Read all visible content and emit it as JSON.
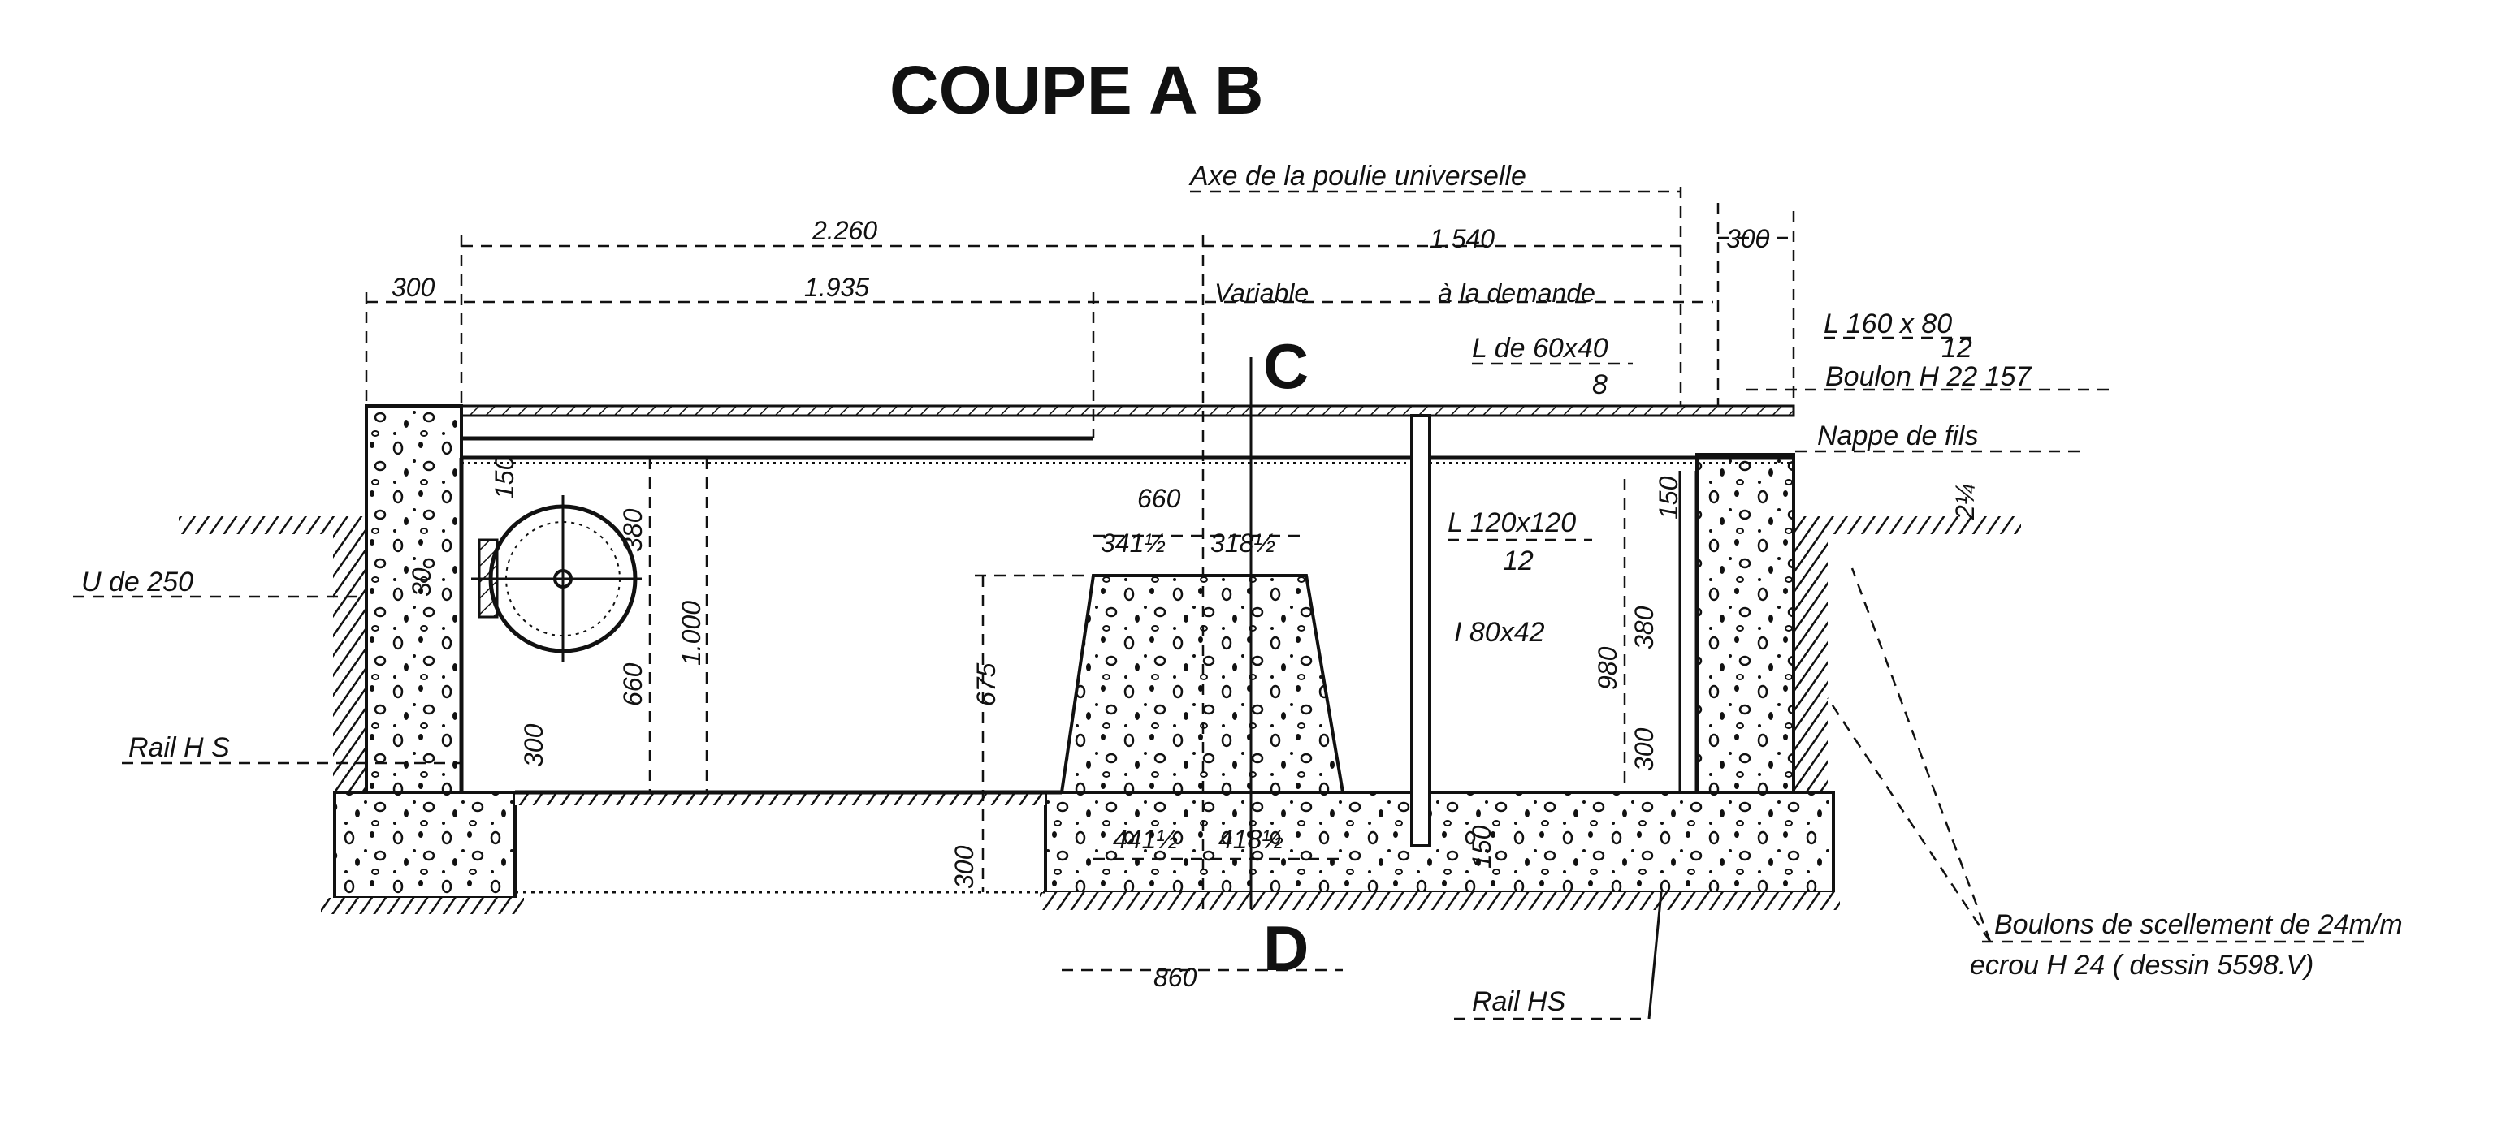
{
  "title": "COUPE A B",
  "section_marks": {
    "top": "C",
    "bottom": "D"
  },
  "dimensions": {
    "top_2260": "2.260",
    "top_1540": "1.540",
    "top_right_300": "300",
    "left_300": "300",
    "d_1935": "1.935",
    "variable": "Variable",
    "a_la_demande": "à la demande",
    "left_150": "150",
    "left_380": "380",
    "left_1000": "1.000",
    "left_660": "660",
    "left_300b": "300",
    "left_30": "30",
    "center_660": "660",
    "center_341": "341½",
    "center_318": "318½",
    "center_675": "675",
    "center_300": "300",
    "center_441": "441½",
    "center_418": "418½",
    "center_860": "860",
    "post_150": "150",
    "right_980": "980",
    "right_380": "380",
    "right_300": "300",
    "right_150": "150",
    "right_214": "2¼"
  },
  "labels": {
    "axe": "Axe de la poulie universelle",
    "l_60x40": "L de 60x40",
    "l_60x40_t": "8",
    "l_160x80": "L 160 x 80",
    "l_160x80_t": "12",
    "boulon": "Boulon H 22 157",
    "nappe": "Nappe de fils",
    "l_120x120": "L 120x120",
    "l_120x120_t": "12",
    "i_80x42": "I 80x42",
    "u_250": "U de 250",
    "rail_left": "Rail H S",
    "rail_bottom": "Rail HS",
    "boulons_1": "Boulons de scellement de 24m/m",
    "boulons_2": "ecrou H 24 ( dessin 5598.V)"
  }
}
